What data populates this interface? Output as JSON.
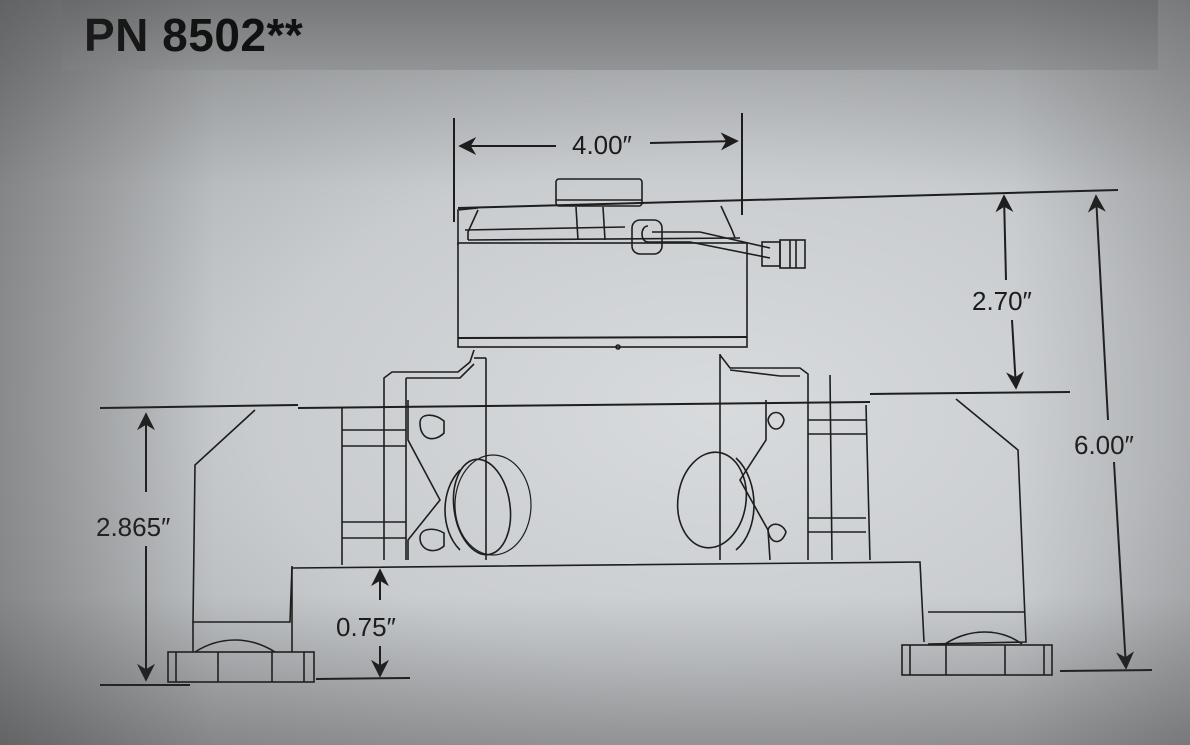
{
  "header": {
    "part_number": "PN 8502**"
  },
  "dimensions": {
    "width_top": "4.00″",
    "top_height": "2.70″",
    "overall_height": "6.00″",
    "base_height": "2.865″",
    "clearance": "0.75″"
  },
  "colors": {
    "line": "#1e1e1e",
    "paper": "#cfd2d4",
    "band": "#9a9da0"
  }
}
